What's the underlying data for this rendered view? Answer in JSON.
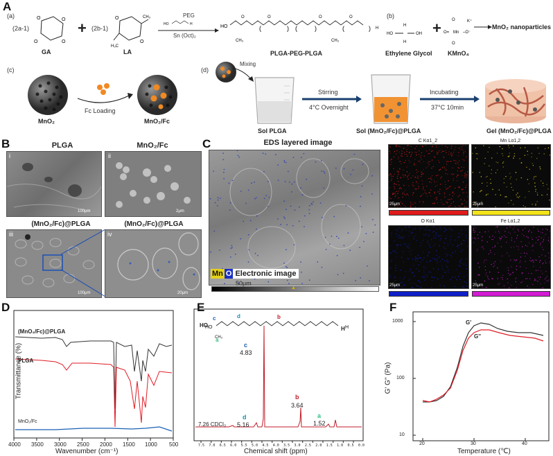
{
  "panel_a": {
    "letter": "A",
    "sub_a": "(a)",
    "sub_b": "(b)",
    "sub_c": "(c)",
    "sub_d": "(d)",
    "ga_code": "(2a-1)",
    "ga_label": "GA",
    "la_code": "(2b-1)",
    "la_label": "LA",
    "peg_label": "PEG",
    "catalyst": "Sn (Oct)₂",
    "product": "PLGA-PEG-PLGA",
    "eg_label": "Ethylene Glycol",
    "kmno4_label": "KMnO₄",
    "mno2_result": "MnO₂ nanoparticles",
    "mno2": "MnO₂",
    "fc_loading": "Fc Loading",
    "mno2fc": "MnO₂/Fc",
    "mixing": "Mixing",
    "sol_plga": "Sol PLGA",
    "stirring": "Stirring",
    "stirring_cond": "4°C Overnight",
    "sol_mix": "Sol (MnO₂/Fc)@PLGA",
    "incubating": "Incubating",
    "incubating_cond": "37°C 10min",
    "gel_mix": "Gel (MnO₂/Fc)@PLGA"
  },
  "panel_b": {
    "letter": "B",
    "t1": "PLGA",
    "t2": "MnO₂/Fc",
    "t3": "(MnO₂/Fc)@PLGA",
    "t4": "(MnO₂/Fc)@PLGA",
    "n1": "i",
    "n2": "ii",
    "n3": "iii",
    "n4": "iv",
    "s1": "100μm",
    "s2": "2μm",
    "s3": "100μm",
    "s4": "20μm"
  },
  "panel_c": {
    "letter": "C",
    "eds_title": "EDS layered image",
    "legend_mn": "Mn",
    "legend_o": "O",
    "legend_text": "Electronic image",
    "scale": "50μm",
    "maps": [
      {
        "title": "C Kα1_2",
        "scale": "25μm",
        "color": "#e01b1b"
      },
      {
        "title": "Mn Lα1,2",
        "scale": "25μm",
        "color": "#f2e31a"
      },
      {
        "title": "O Kα1",
        "scale": "25μm",
        "color": "#1020c8"
      },
      {
        "title": "Fe Lα1,2",
        "scale": "25μm",
        "color": "#d21bd2"
      }
    ]
  },
  "panel_d": {
    "letter": "D",
    "ylabel": "Transmittance (%)",
    "xlabel": "Wavenumber (cm⁻¹)",
    "xticks": [
      "4000",
      "3500",
      "3000",
      "2500",
      "2000",
      "1500",
      "1000",
      "500"
    ],
    "series": [
      "(MnO₂/Fc)@PLGA",
      "PLGA",
      "MnO₂/Fc"
    ]
  },
  "panel_e": {
    "letter": "E",
    "xlabel": "Chemical shift (ppm)",
    "xticks": [
      "7.5",
      "7.0",
      "6.5",
      "6.0",
      "5.5",
      "5.0",
      "4.5",
      "4.0",
      "3.5",
      "3.0",
      "2.5",
      "2.0",
      "1.5",
      "1.0",
      "0.5",
      "0.0"
    ],
    "solvent": "7.26 CDCl₃",
    "peaks": [
      {
        "label": "c",
        "shift": "4.83",
        "color": "#1a5fb4"
      },
      {
        "label": "b",
        "shift": "3.64",
        "color": "#c01c28"
      },
      {
        "label": "d",
        "shift": "5.16",
        "color": "#1a8fb4"
      },
      {
        "label": "a",
        "shift": "1.52",
        "color": "#2ec27e"
      }
    ],
    "struct_labels": {
      "c": "c",
      "d": "d",
      "b": "b",
      "a": "a",
      "ho": "HO",
      "h": "H",
      "ch3": "CH₃"
    }
  },
  "panel_f": {
    "letter": "F",
    "ylabel": "G' G'' (Pa)",
    "xlabel": "Temperature (℃)",
    "yticks": [
      "1000",
      "100",
      "10"
    ],
    "xticks": [
      "20",
      "30",
      "40"
    ],
    "g1": "G'",
    "g2": "G''"
  }
}
